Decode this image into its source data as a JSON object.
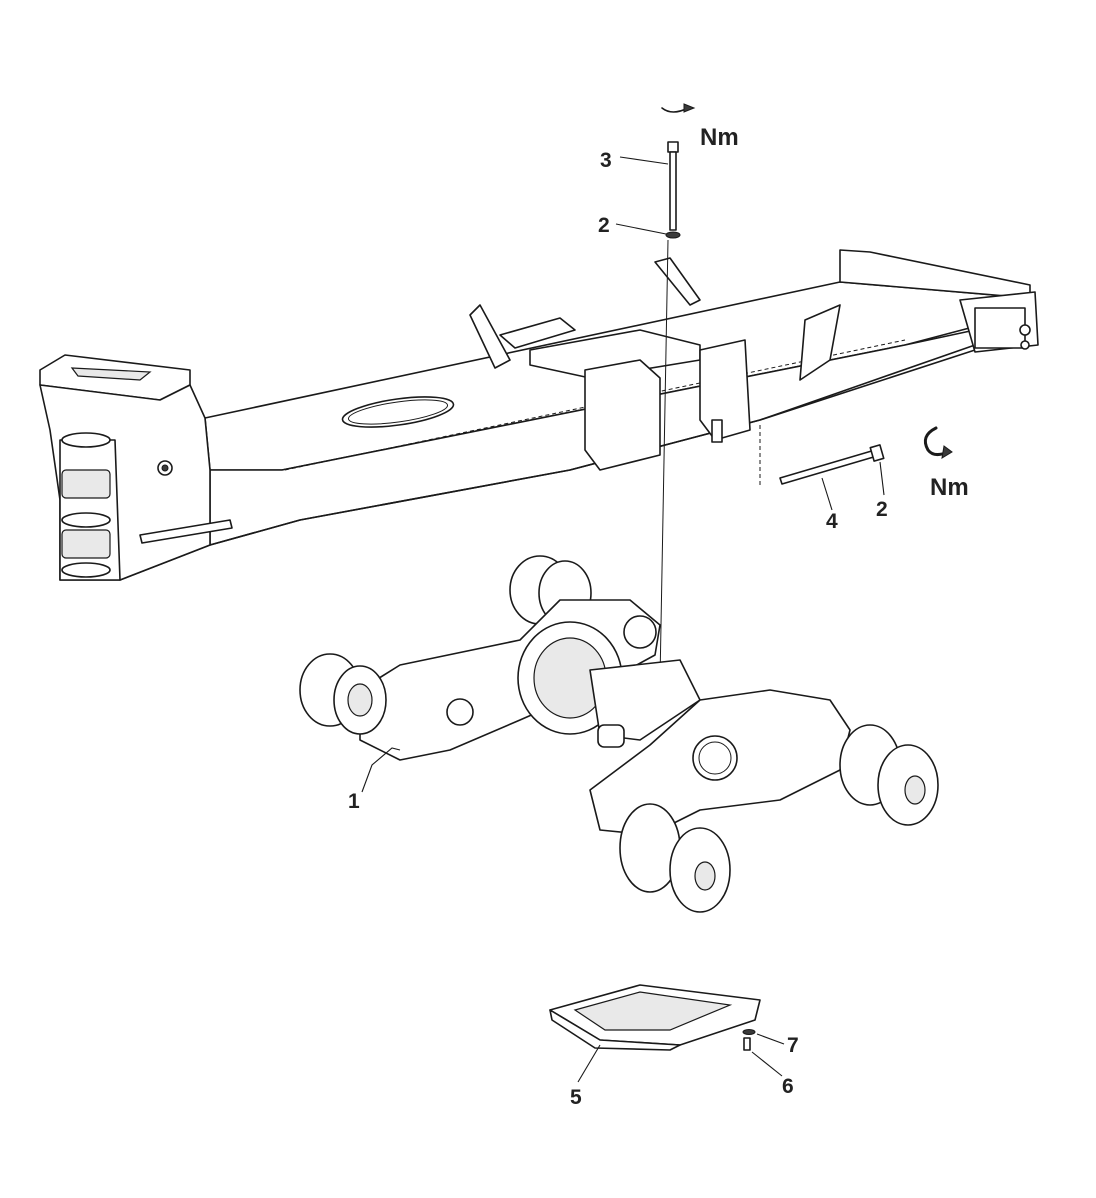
{
  "callouts": {
    "c1": "1",
    "c2_upper": "2",
    "c2_right": "2",
    "c3": "3",
    "c4": "4",
    "c5": "5",
    "c6": "6",
    "c7": "7"
  },
  "torque_labels": {
    "top": "Nm",
    "right": "Nm"
  },
  "icons": {
    "torque_top": "torque-arrow-icon",
    "torque_right": "torque-arrow-icon"
  },
  "colors": {
    "line": "#1a1a1a",
    "background": "#ffffff"
  }
}
